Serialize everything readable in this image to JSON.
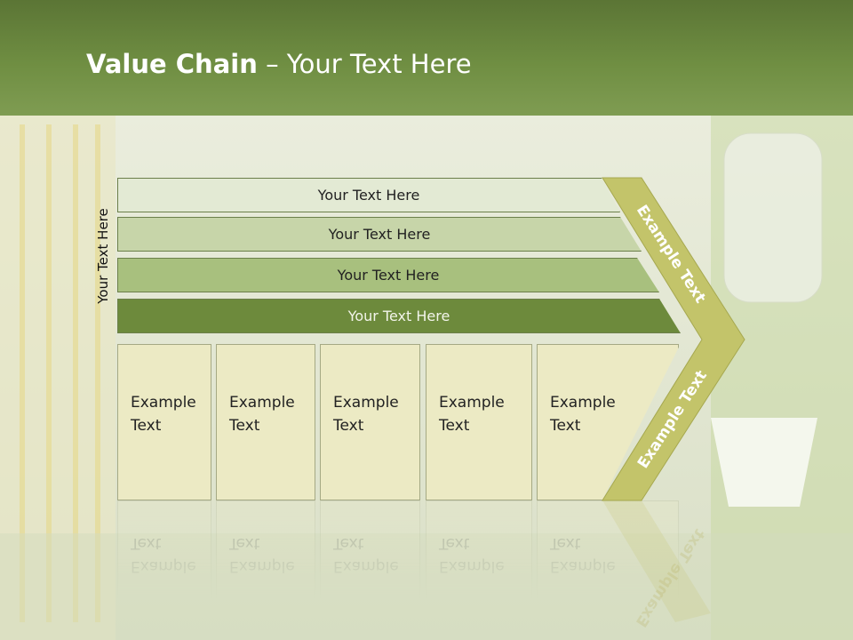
{
  "slide": {
    "title_bold": "Value Chain",
    "title_rest": " – Your Text Here",
    "vertical_label": "Your Text Here"
  },
  "bars": [
    {
      "label": "Your Text Here"
    },
    {
      "label": "Your Text Here"
    },
    {
      "label": "Your Text Here"
    },
    {
      "label": "Your Text Here"
    }
  ],
  "boxes": [
    {
      "label": "Example Text"
    },
    {
      "label": "Example Text"
    },
    {
      "label": "Example Text"
    },
    {
      "label": "Example Text"
    },
    {
      "label": "Example Text"
    }
  ],
  "chevron": {
    "upper_label": "Example Text",
    "lower_label": "Example Text",
    "color": "#c3c46a"
  },
  "colors": {
    "header": "#6f8e42",
    "bar_light": "#e3ead4",
    "bar_mid": "#c7d5a9",
    "bar_strong": "#a8c07e",
    "bar_dark": "#6d8a3c",
    "box_fill": "#eceac4"
  }
}
